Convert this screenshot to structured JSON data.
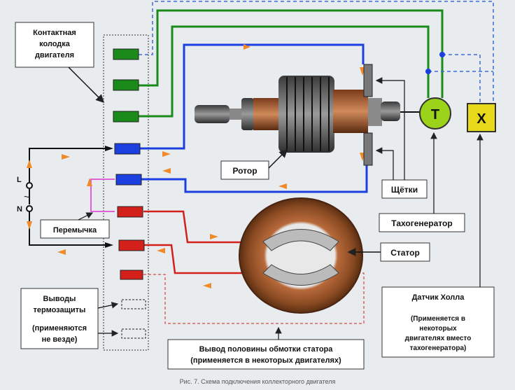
{
  "labels": {
    "connector_block": [
      "Контактная",
      "колодка",
      "двигателя"
    ],
    "rotor": "Ротор",
    "brushes": "Щётки",
    "tachogenerator": "Тахогенератор",
    "stator": "Статор",
    "jumper": "Перемычка",
    "thermal_outputs": [
      "Выводы",
      "термозащиты"
    ],
    "thermal_note": [
      "(применяются",
      "не везде)"
    ],
    "half_winding": [
      "Вывод половины обмотки статора",
      "(применяется в некоторых двигателях)"
    ],
    "hall_sensor_title": "Датчик Холла",
    "hall_sensor_note": [
      "(Применяется в",
      "некоторых",
      "двигателях вместо",
      "тахогенератора)"
    ],
    "mains_L": "L",
    "mains_N": "N",
    "mains_tilde": "~",
    "tacho_symbol": "T",
    "hall_symbol": "X",
    "caption": "Рис. 7. Схема подключения коллекторного двигателя"
  },
  "colors": {
    "background": "#e9ecef",
    "green_wire": "#1a8a1a",
    "blue_wire": "#1c3fe0",
    "red_wire": "#d4201a",
    "pink_jumper": "#e060d8",
    "dashed_blue": "#3a6ad8",
    "tacho_fill": "#9bd21a",
    "hall_fill": "#e8d81a",
    "arrow_orange": "#f08a2a"
  },
  "icons": [
    "rotor-icon",
    "stator-icon",
    "brush-icon",
    "arrow-icon"
  ]
}
